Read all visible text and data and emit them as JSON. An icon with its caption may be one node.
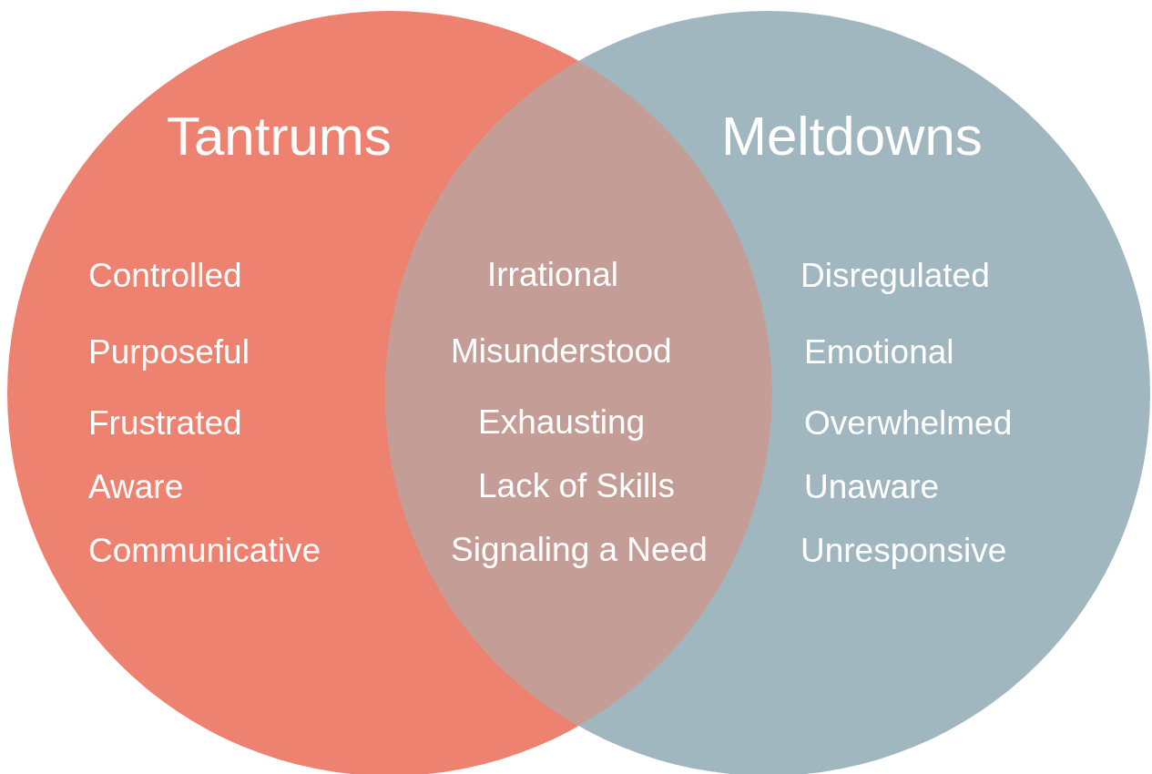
{
  "diagram": {
    "nodes": [
      {
        "text": [
          "Tantrums",
          "Controlled",
          "Purposeful",
          "Frustrated",
          "Aware",
          "Communicative"
        ]
      },
      {
        "text": [
          "Meltdowns",
          "Disregulated",
          "Emotional",
          "Overwhelmed",
          "Unaware",
          "Unresponsive"
        ]
      },
      {
        "text": [
          "Irrational",
          "Misunderstood",
          "Exhausting",
          "Lack of Skills",
          "Signaling a Need"
        ]
      }
    ]
  }
}
